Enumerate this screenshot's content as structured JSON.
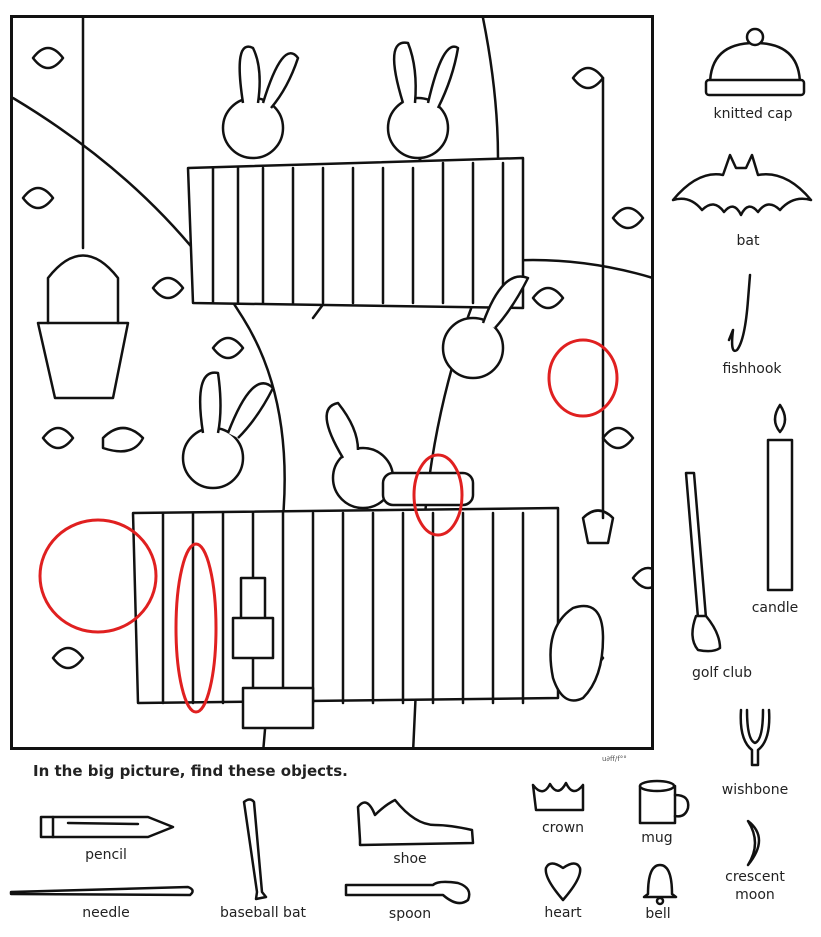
{
  "instruction": "In the big picture, find these objects.",
  "artist_signature": "u∂ff/f°°",
  "highlight_color": "#e02020",
  "found_markers_count": 4,
  "objects": {
    "knitted_cap": "knitted cap",
    "bat": "bat",
    "fishhook": "fishhook",
    "candle": "candle",
    "golf_club": "golf club",
    "wishbone": "wishbone",
    "crescent_moon_line1": "crescent",
    "crescent_moon_line2": "moon",
    "pencil": "pencil",
    "needle": "needle",
    "baseball_bat": "baseball bat",
    "shoe": "shoe",
    "spoon": "spoon",
    "crown": "crown",
    "heart": "heart",
    "mug": "mug",
    "bell": "bell"
  }
}
